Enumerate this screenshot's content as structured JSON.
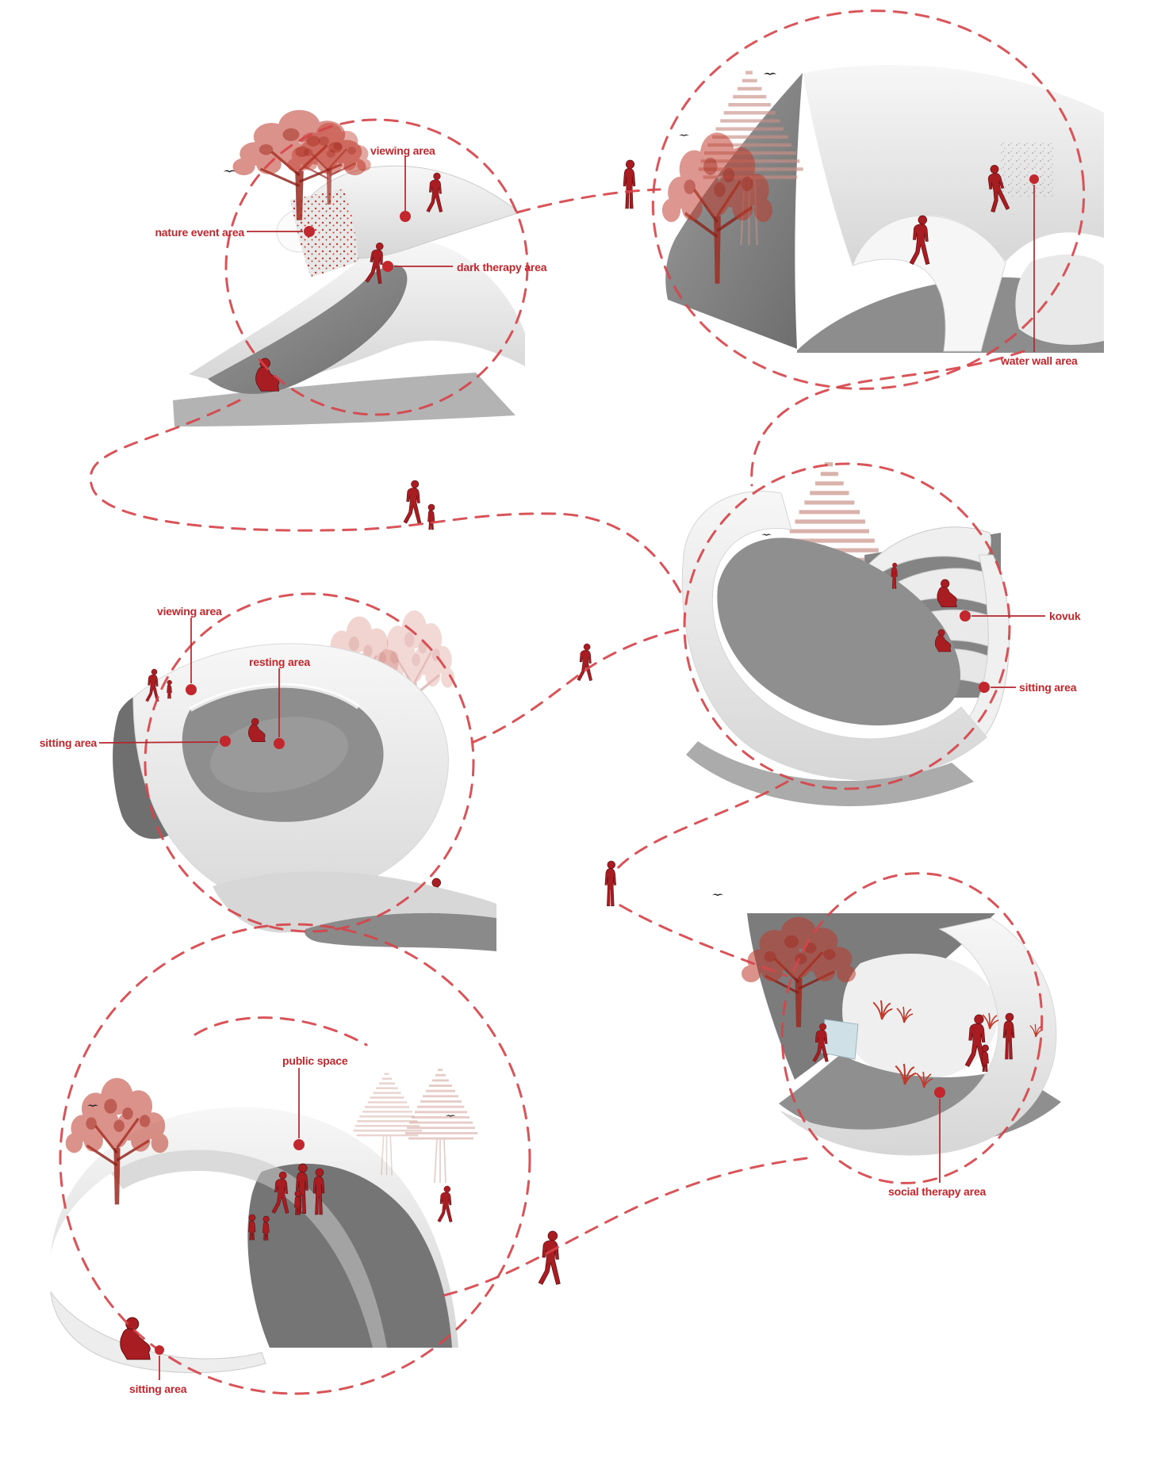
{
  "diagram": {
    "type": "architectural-concept-journey-diagram",
    "background": "#ffffff"
  },
  "labels": {
    "v1_viewing": "viewing area",
    "v1_nature_event": "nature event area",
    "v1_dark_therapy": "dark therapy area",
    "v2_water_wall": "water wall area",
    "v3_kovuk": "kovuk",
    "v3_sitting": "sitting area",
    "v4_viewing": "viewing area",
    "v4_resting": "resting area",
    "v4_sitting": "sitting area",
    "v5_public_space": "public space",
    "v5_sitting": "sitting area",
    "v6_social_therapy": "social therapy area"
  },
  "colors": {
    "label_red": "#c1272d",
    "leader_red": "#b5262c",
    "dash_red": "#d5454b",
    "figure_red": "#a81d22",
    "figure_outline": "#5c0d10",
    "tree_red": "#bf3a2b",
    "tree_branch": "#8c1d15",
    "pine_pale": "#c98f85",
    "structure_light": "#e9e9e9",
    "structure_dark": "#787878",
    "glass_blue": "#cfe0e6",
    "bird_black": "#1f1f1f"
  },
  "icons": {
    "walking-person-icon": "red silhouette of walking person",
    "standing-person-icon": "red silhouette of standing person",
    "crouching-person-icon": "red silhouette of crouching/sitting person",
    "child-icon": "red silhouette of child",
    "bird-icon": "black flying bird glyph",
    "broadleaf-tree-icon": "red scribbled broadleaf tree",
    "pine-tree-icon": "pale red striped pine tree",
    "grass-tuft-icon": "red grass tuft",
    "leader-dot-icon": "red circular label anchor dot"
  }
}
